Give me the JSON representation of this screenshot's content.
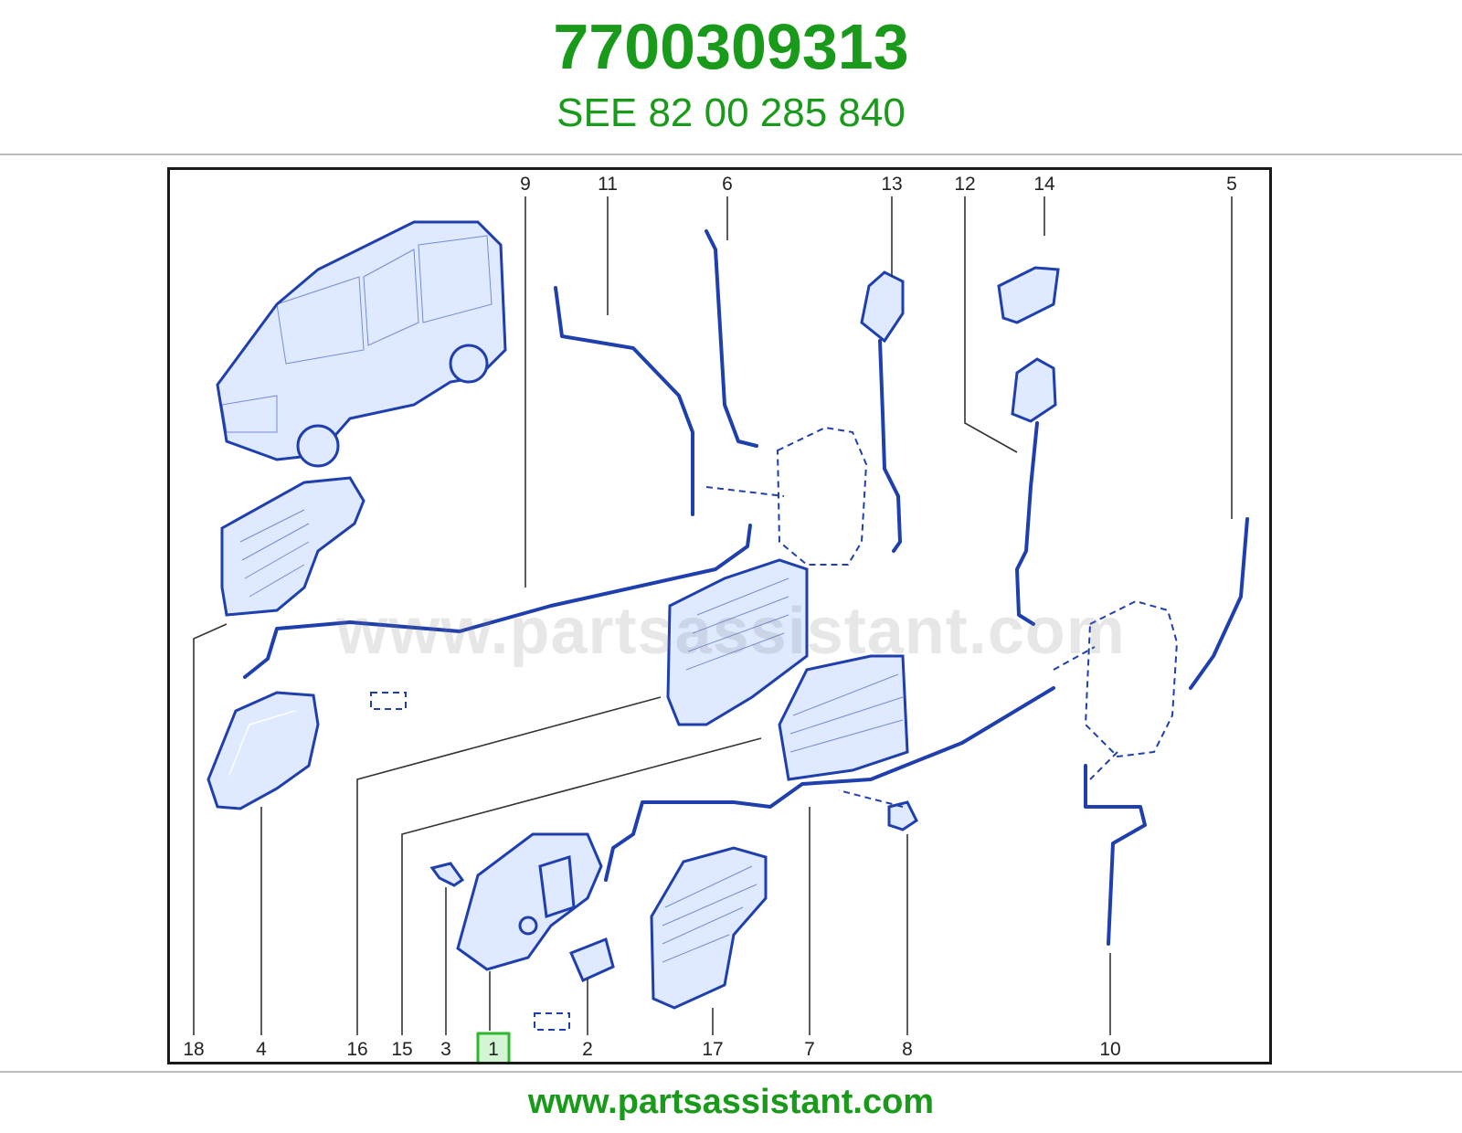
{
  "header": {
    "part_number": "7700309313",
    "see_reference": "SEE 82 00 285 840"
  },
  "diagram": {
    "watermark": "www.partsassistant.com",
    "highlighted_callout": "1",
    "callouts_top": [
      "9",
      "11",
      "6",
      "13",
      "12",
      "14",
      "5"
    ],
    "callouts_bottom": [
      "18",
      "4",
      "16",
      "15",
      "3",
      "1",
      "2",
      "17",
      "7",
      "8",
      "10"
    ],
    "part_color": "#1f3fae",
    "highlight_color": "#2eb82e"
  },
  "footer": {
    "url": "www.partsassistant.com"
  }
}
